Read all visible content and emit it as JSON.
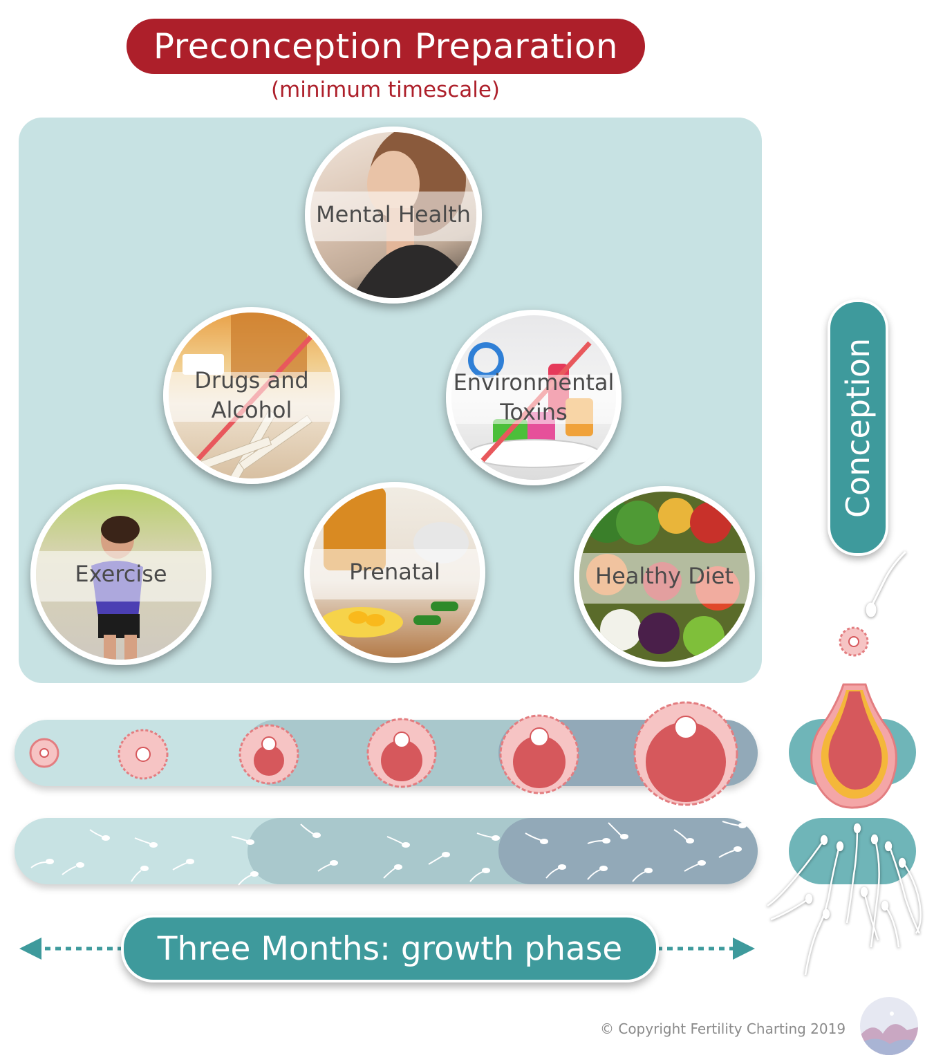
{
  "header": {
    "title": "Preconception Preparation",
    "subtitle": "(minimum timescale)"
  },
  "factors": [
    {
      "label": "Mental Health",
      "icon": "meditating-woman-photo"
    },
    {
      "label": "Drugs and\nAlcohol",
      "icon": "cigarettes-alcohol-photo",
      "crossed_out": true
    },
    {
      "label": "Environmental\nToxins",
      "icon": "cleaning-products-photo",
      "crossed_out": true
    },
    {
      "label": "Exercise",
      "icon": "jogging-woman-photo"
    },
    {
      "label": "Prenatal",
      "icon": "supplements-photo"
    },
    {
      "label": "Healthy Diet",
      "icon": "vegetables-photo"
    }
  ],
  "conception": {
    "label": "Conception"
  },
  "timeline": {
    "label": "Three Months: growth phase"
  },
  "footer": {
    "copyright": "© Copyright Fertility Charting 2019"
  },
  "colors": {
    "title_red": "#ad1f2a",
    "panel": "#c7e2e3",
    "teal": "#3e9a9c",
    "follicle_pink": "#f3a7a9",
    "follicle_dark": "#d6585c"
  }
}
